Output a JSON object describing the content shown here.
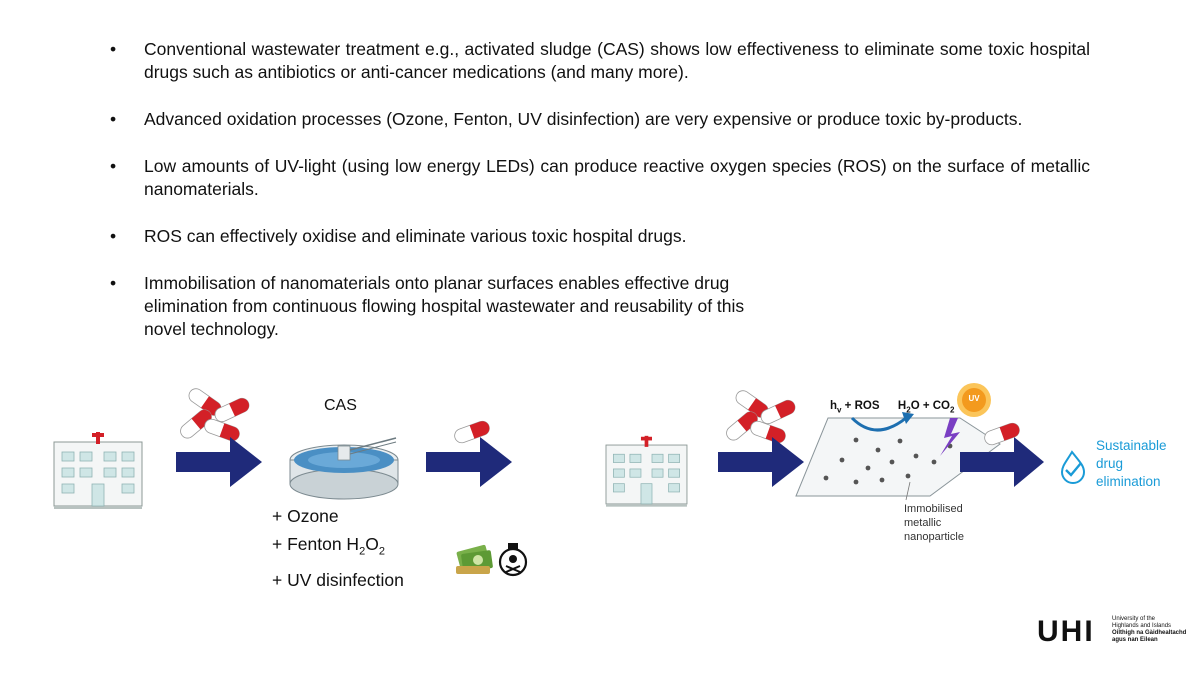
{
  "bullets": [
    "Conventional wastewater treatment e.g., activated sludge (CAS) shows low effectiveness to eliminate some toxic hospital drugs such as antibiotics or anti-cancer medications (and many more).",
    "Advanced oxidation processes (Ozone, Fenton, UV disinfection)  are very expensive or produce toxic by-products.",
    "Low amounts of UV-light (using low energy LEDs) can produce reactive oxygen species (ROS) on the surface of metallic nanomaterials.",
    "ROS can effectively oxidise and eliminate various toxic hospital drugs.",
    "Immobilisation of nanomaterials onto planar surfaces enables effective drug elimination from continuous flowing hospital wastewater and reusability of this novel technology."
  ],
  "bullet_marker": "•",
  "diagram": {
    "cas_label": "CAS",
    "method_1": "+ Ozone",
    "method_2_prefix": "+ Fenton H",
    "method_2_sub1": "2",
    "method_2_mid": "O",
    "method_2_sub2": "2",
    "method_3": "+ UV disinfection",
    "reaction_left_h": "h",
    "reaction_left_sub": "v",
    "reaction_left_rest": " + ROS",
    "reaction_right_main": "H",
    "reaction_right_sub1": "2",
    "reaction_right_mid": "O + CO",
    "reaction_right_sub2": "2",
    "uv_badge": "UV",
    "nanoparticle_label_1": "Immobilised",
    "nanoparticle_label_2": "metallic",
    "nanoparticle_label_3": "nanoparticle",
    "sustainable_1": "Sustainable",
    "sustainable_2": "drug",
    "sustainable_3": "elimination"
  },
  "logo": {
    "wordmark": "UHI",
    "tag_1": "University of the",
    "tag_2": "Highlands and Islands",
    "tag_3": "Oilthigh na Gàidhealtachd",
    "tag_4": "agus nan Eilean"
  },
  "colors": {
    "arrow": "#1f2a7a",
    "capsule_red": "#d32027",
    "water_blue": "#4a8fc4",
    "accent_blue": "#1a9bd7",
    "uv_orange": "#f39a1e"
  }
}
